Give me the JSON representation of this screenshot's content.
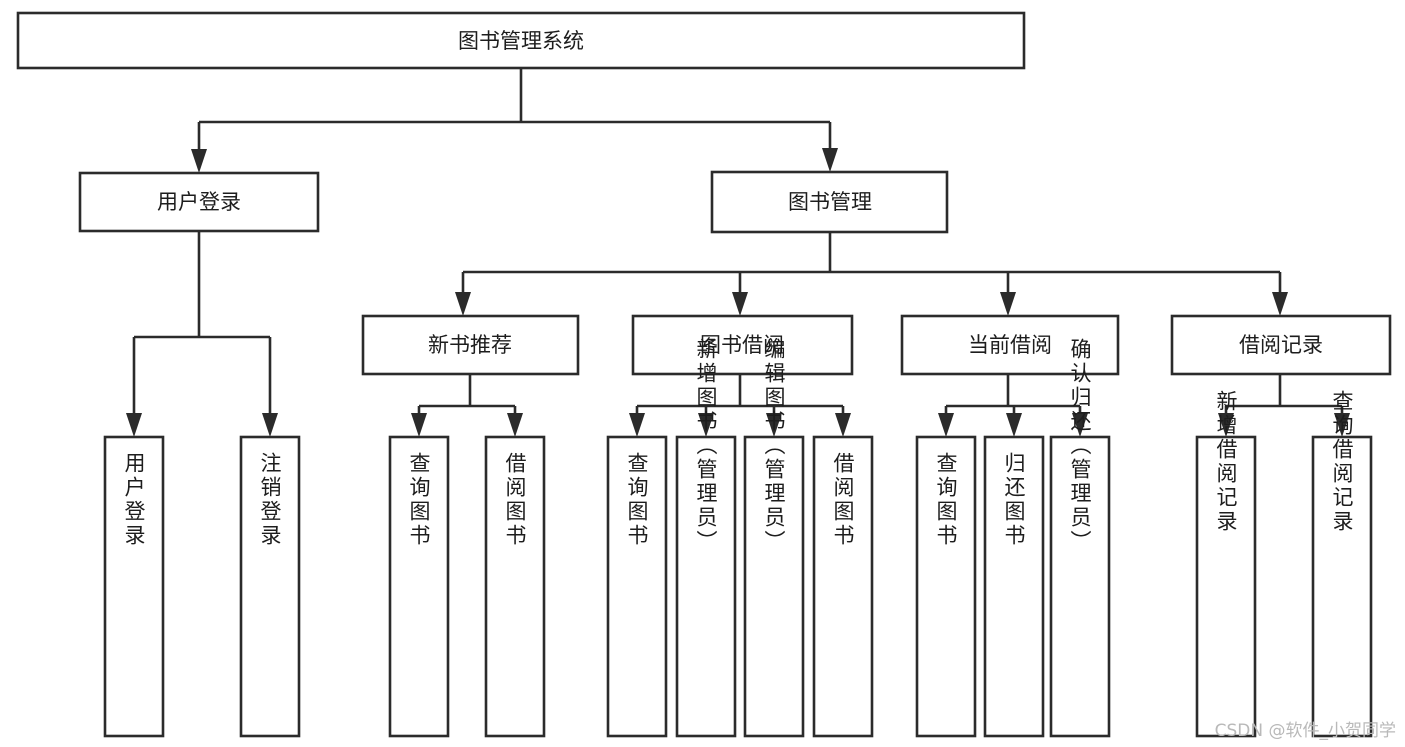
{
  "diagram": {
    "type": "tree-hierarchy-chart",
    "root": {
      "label": "图书管理系统"
    },
    "level1": [
      {
        "label": "用户登录"
      },
      {
        "label": "图书管理"
      }
    ],
    "level2": [
      {
        "label": "新书推荐"
      },
      {
        "label": "图书借阅"
      },
      {
        "label": "当前借阅"
      },
      {
        "label": "借阅记录"
      }
    ],
    "leaves": {
      "user_login": [
        {
          "label": "用户登录"
        },
        {
          "label": "注销登录"
        }
      ],
      "new_book_recommend": [
        {
          "label": "查询图书"
        },
        {
          "label": "借阅图书"
        }
      ],
      "book_borrow": [
        {
          "label": "查询图书"
        },
        {
          "label": "新增图书（管理员）"
        },
        {
          "label": "编辑图书（管理员）"
        },
        {
          "label": "借阅图书"
        }
      ],
      "current_borrow": [
        {
          "label": "查询图书"
        },
        {
          "label": "归还图书"
        },
        {
          "label": "确认归还（管理员）"
        }
      ],
      "borrow_record": [
        {
          "label": "新增借阅记录"
        },
        {
          "label": "查询借阅记录"
        }
      ]
    }
  },
  "watermark": {
    "text": "CSDN @软件_小贺同学"
  },
  "colors": {
    "stroke": "#2b2b2b",
    "box_fill": "#ffffff",
    "text": "#1d1d1d",
    "watermark": "#b9b9b9",
    "background": "#ffffff"
  }
}
